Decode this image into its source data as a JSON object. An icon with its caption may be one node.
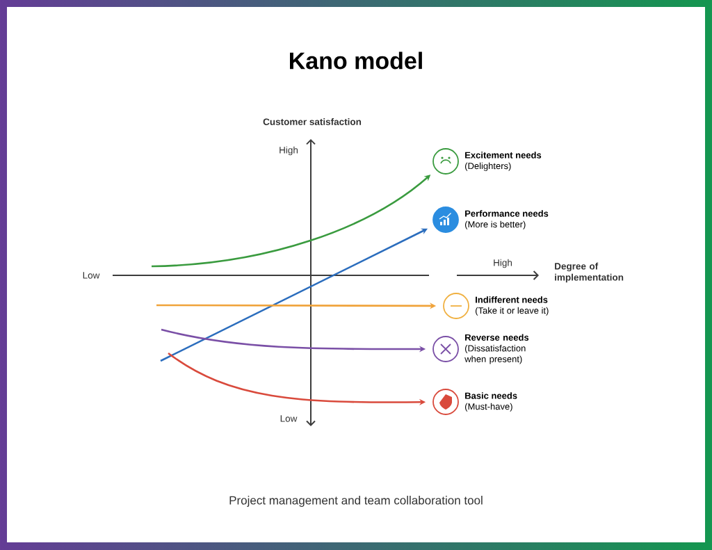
{
  "diagram": {
    "title": "Kano model",
    "nodes": [
      {
        "text": [
          "Excitement needs",
          "(Delighters)"
        ]
      },
      {
        "text": [
          "Performance needs",
          "(More is better)"
        ]
      },
      {
        "text": [
          "Indifferent needs",
          "(Take it or leave it)"
        ]
      },
      {
        "text": [
          "Reverse needs",
          "(Dissatisfaction when present)"
        ]
      },
      {
        "text": [
          "Basic needs",
          "(Must-have)"
        ]
      }
    ],
    "edges": [
      {
        "from": null,
        "to": 0,
        "arrow": "to",
        "color": "#3a9b3f"
      },
      {
        "from": null,
        "to": 1,
        "arrow": "to",
        "color": "#2b6dbd"
      },
      {
        "from": null,
        "to": 2,
        "arrow": "to",
        "color": "#f0a33a"
      },
      {
        "from": null,
        "to": 3,
        "arrow": "to",
        "color": "#7a4fa6"
      },
      {
        "from": null,
        "to": 4,
        "arrow": "to",
        "color": "#d94a3c"
      }
    ],
    "labels": [
      "Customer satisfaction",
      "High",
      "Low",
      "Low",
      "High",
      "Degree of implementation",
      "Project management and team collaboration tool"
    ]
  }
}
